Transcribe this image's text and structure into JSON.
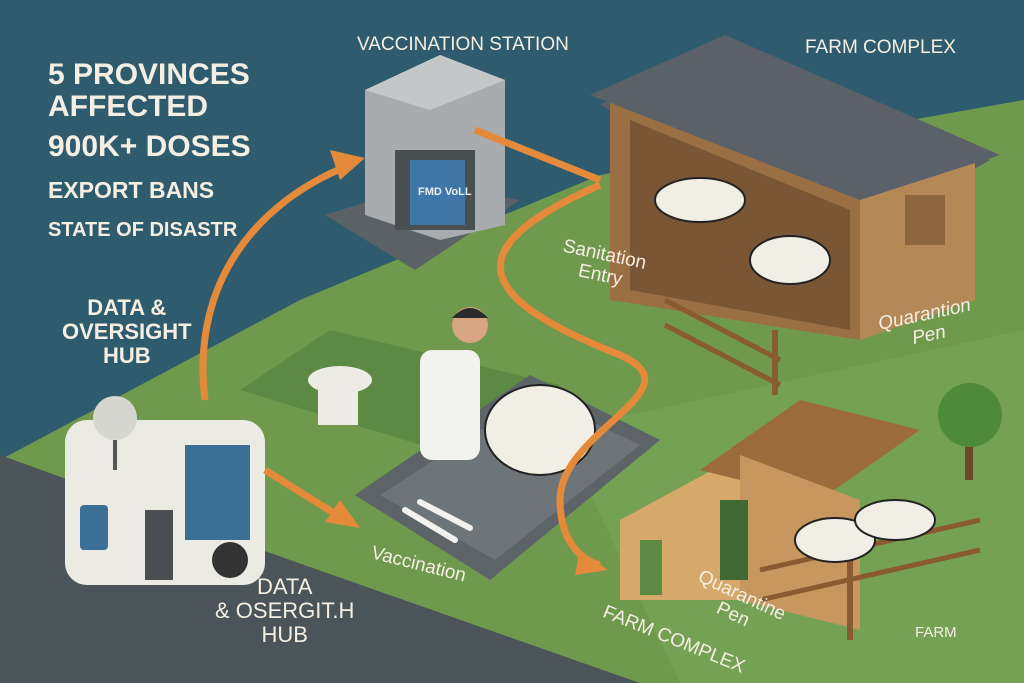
{
  "stats": {
    "provinces": "5 PROVINCES",
    "affected": "AFFECTED",
    "doses": "900K+ DOSES",
    "export": "EXPORT BANS",
    "disaster": "STATE OF DISASTR"
  },
  "labels": {
    "vaccination_station": "VACCINATION STATION",
    "farm_complex_top": "FARM COMPLEX",
    "data_hub_top_1": "DATA &",
    "data_hub_top_2": "OVERSIGHT",
    "data_hub_top_3": "HUB",
    "sanitation_1": "Sanitation",
    "sanitation_2": "Entry",
    "quarantion_1": "Quarantion",
    "quarantion_2": "Pen",
    "vaccination": "Vaccination",
    "data_hub_bottom_1": "DATA",
    "data_hub_bottom_2": "& OSERGIT.H",
    "data_hub_bottom_3": "HUB",
    "quarantine_1": "Quarantine",
    "quarantine_2": "Pen",
    "farm_complex_bottom": "FARM COMPLEX",
    "farm": "FARM",
    "crate_text": "FMD VoLL"
  },
  "colors": {
    "sky": "#2f5b6e",
    "grass": "#6f9a4e",
    "road": "#4b5459",
    "arrow": "#e48a3a",
    "text": "#f4efe2"
  }
}
